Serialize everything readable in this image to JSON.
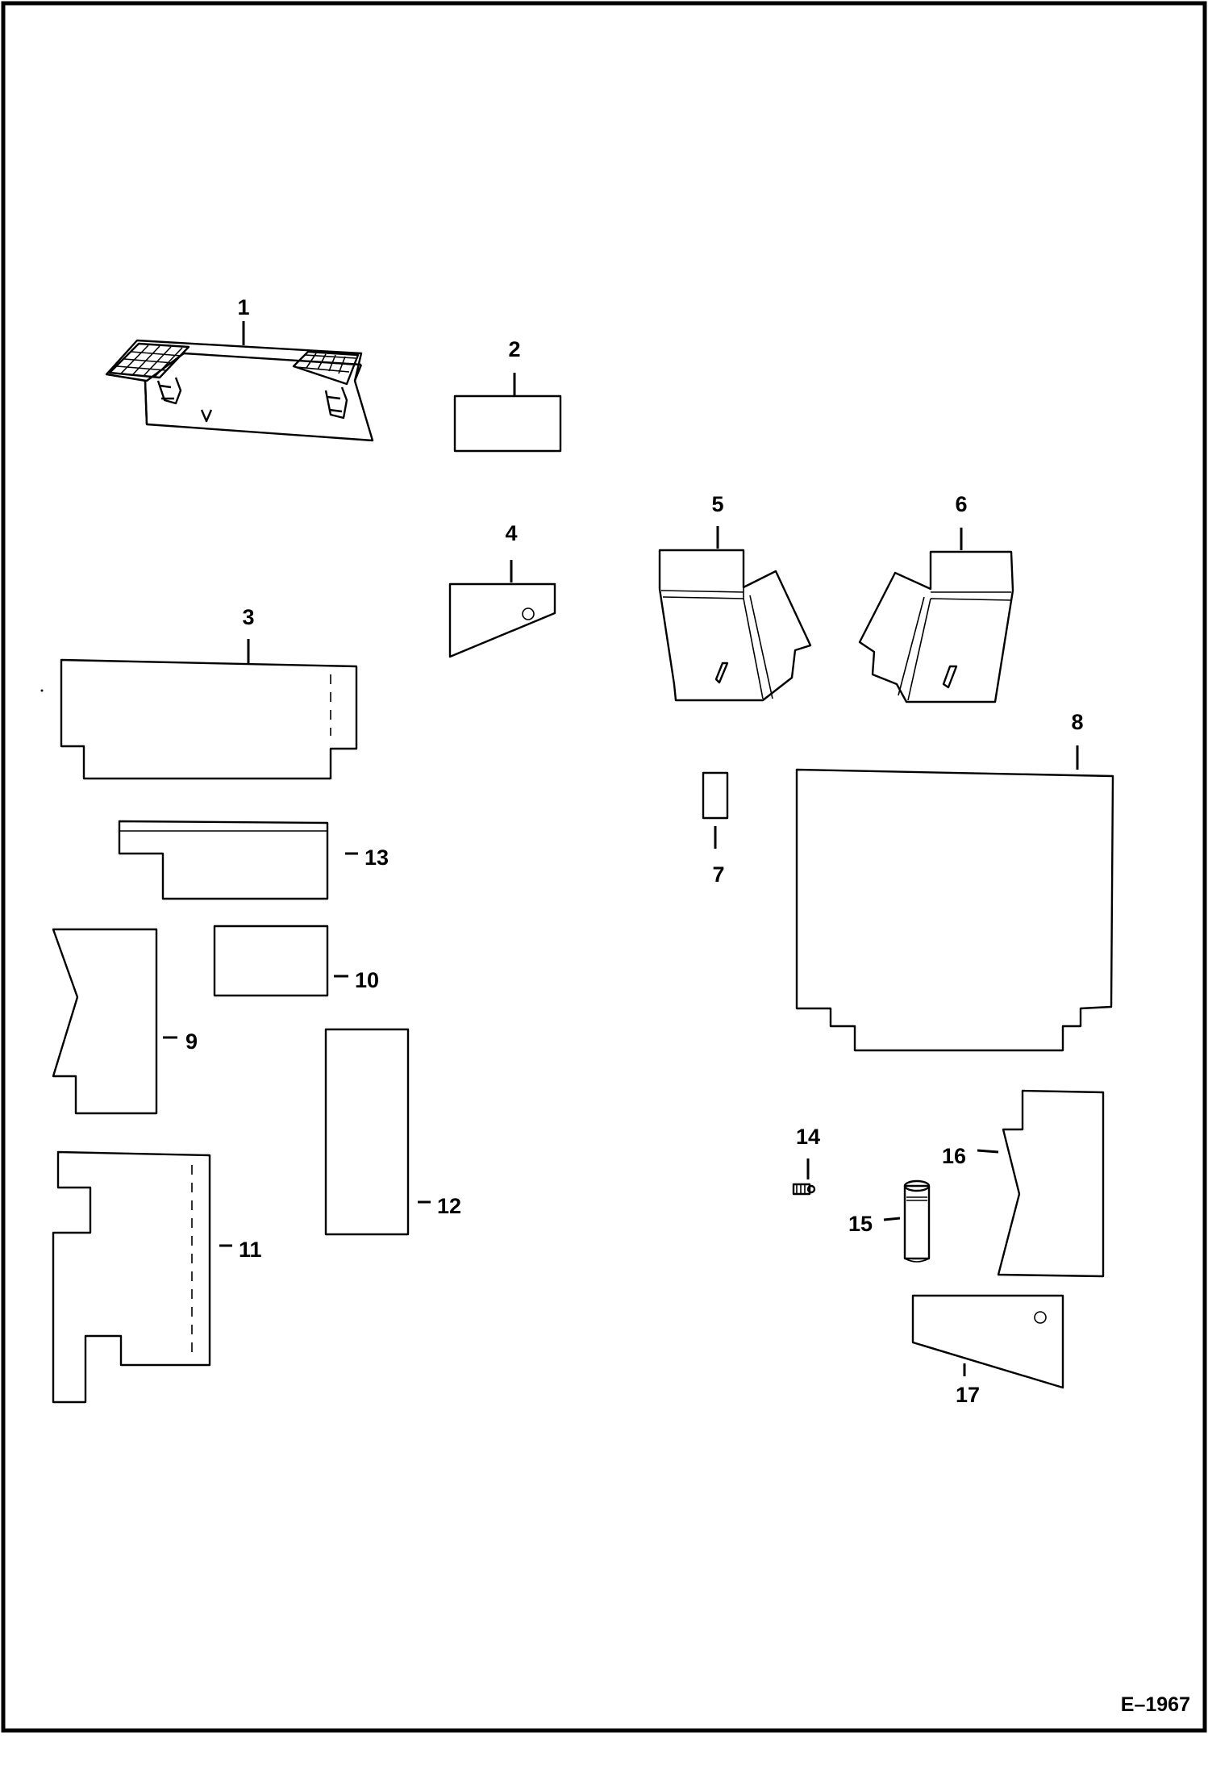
{
  "figure_id": "E–1967",
  "callouts": [
    "1",
    "2",
    "3",
    "4",
    "5",
    "6",
    "7",
    "8",
    "9",
    "10",
    "11",
    "12",
    "13",
    "14",
    "15",
    "16",
    "17"
  ],
  "colors": {
    "ink": "#000000",
    "paper": "#ffffff"
  }
}
